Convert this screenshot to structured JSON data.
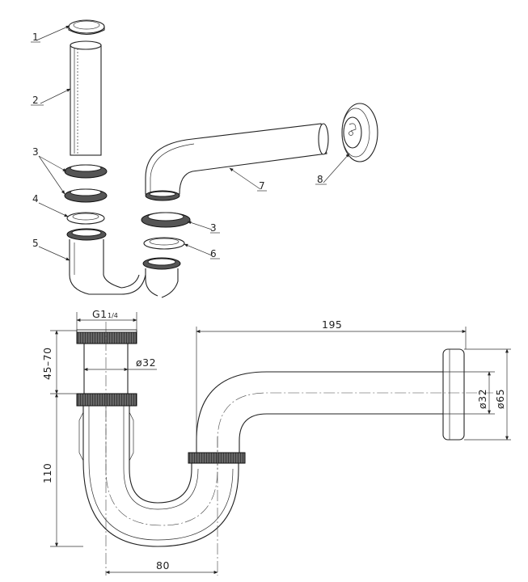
{
  "parts": {
    "p1": "1",
    "p2": "2",
    "p3a": "3",
    "p3b": "3",
    "p4": "4",
    "p5": "5",
    "p6": "6",
    "p7": "7",
    "p8": "8"
  },
  "dimensions": {
    "thread": "G1",
    "thread_frac": "1/4",
    "height_adjust": "45–70",
    "diameter_inlet": "ø32",
    "height_body": "110",
    "offset_horizontal": "80",
    "length_outlet": "195",
    "diameter_outlet": "ø32",
    "diameter_rosette": "ø65"
  }
}
